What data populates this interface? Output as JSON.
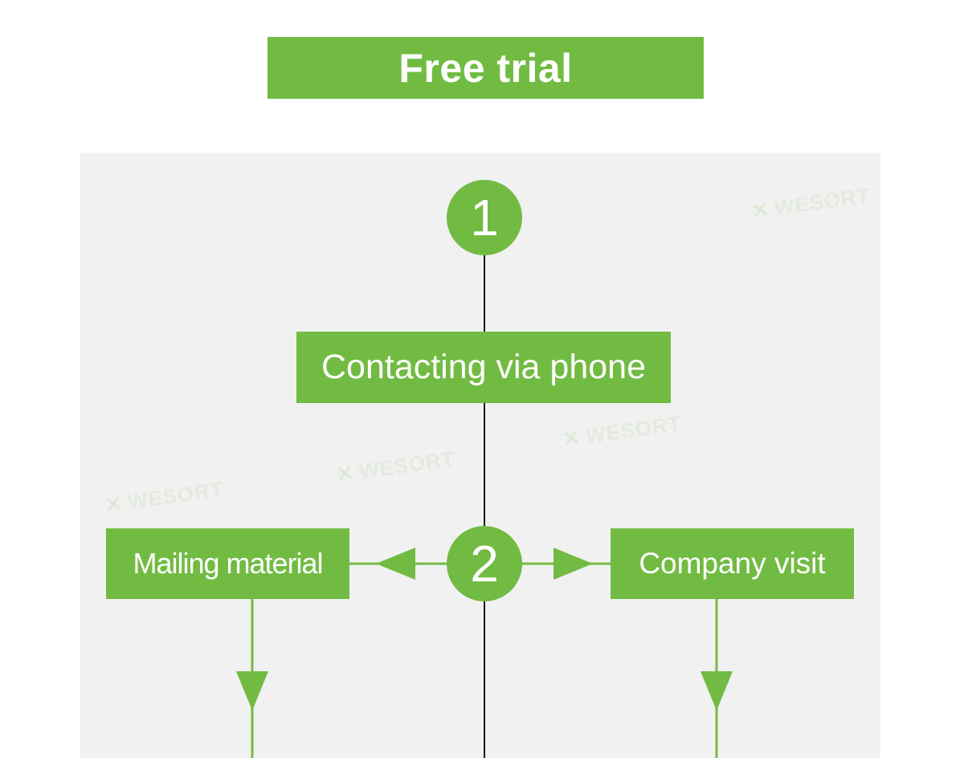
{
  "title": "Free trial",
  "steps": {
    "step1_number": "1",
    "step2_number": "2",
    "contact_label": "Contacting via phone",
    "mailing_label": "Mailing material",
    "visit_label": "Company visit"
  },
  "watermark": {
    "text": "WESORT"
  },
  "colors": {
    "accent": "#72bb43",
    "panel_bg": "#f1f1f1",
    "connector": "#1a1a1a"
  }
}
